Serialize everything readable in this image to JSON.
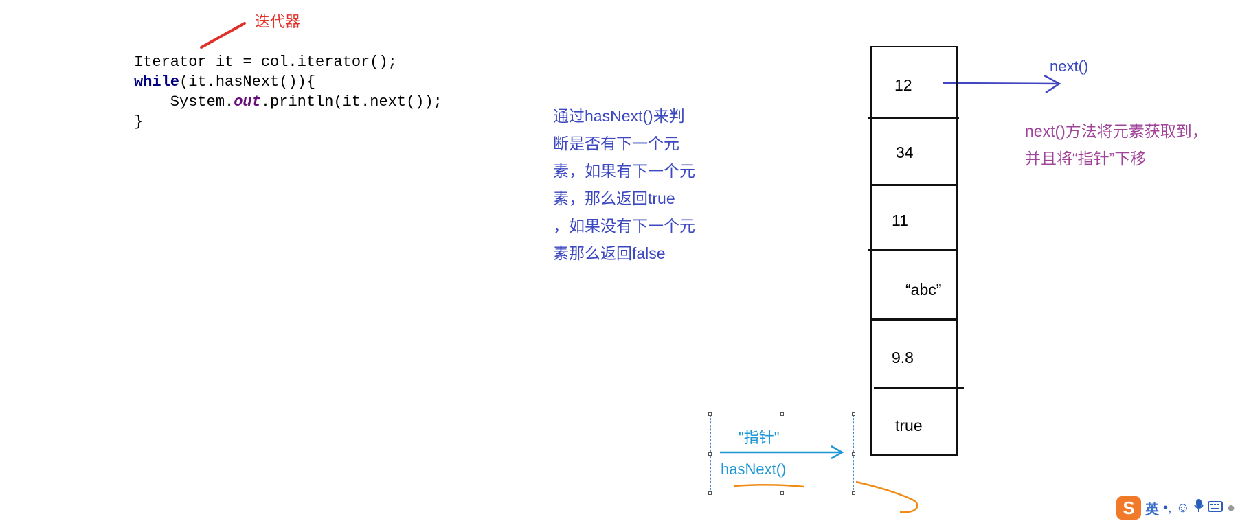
{
  "annotation_iterator": "迭代器",
  "code_lines": {
    "line1": "Iterator it = col.iterator();",
    "line2_kw": "while",
    "line2_rest": "(it.hasNext()){",
    "line3_a": "    System.",
    "line3_field": "out",
    "line3_b": ".println(it.next());",
    "line4": "}"
  },
  "hasnext_explanation": [
    "通过hasNext()来判",
    "断是否有下一个元",
    "素，如果有下一个元",
    "素，那么返回true",
    "，如果没有下一个元",
    "素那么返回false"
  ],
  "stack_values": [
    "12",
    "34",
    "11",
    "“abc”",
    "9.8",
    "true"
  ],
  "next_label": "next()",
  "next_explanation": [
    "next()方法将元素获取到，",
    "并且将“指针”下移"
  ],
  "pointer_label": "\"指针\"",
  "pointer_method": "hasNext()",
  "ime": {
    "logo": "S",
    "lang": "英",
    "icons": [
      "punctuation-icon",
      "emoji-icon",
      "microphone-icon",
      "keyboard-icon",
      "user-icon"
    ]
  },
  "colors": {
    "red": "#e0312a",
    "blue": "#3b48c0",
    "purple": "#a0449a",
    "pointer_blue": "#1f97d6",
    "orange": "#ef8a12"
  }
}
